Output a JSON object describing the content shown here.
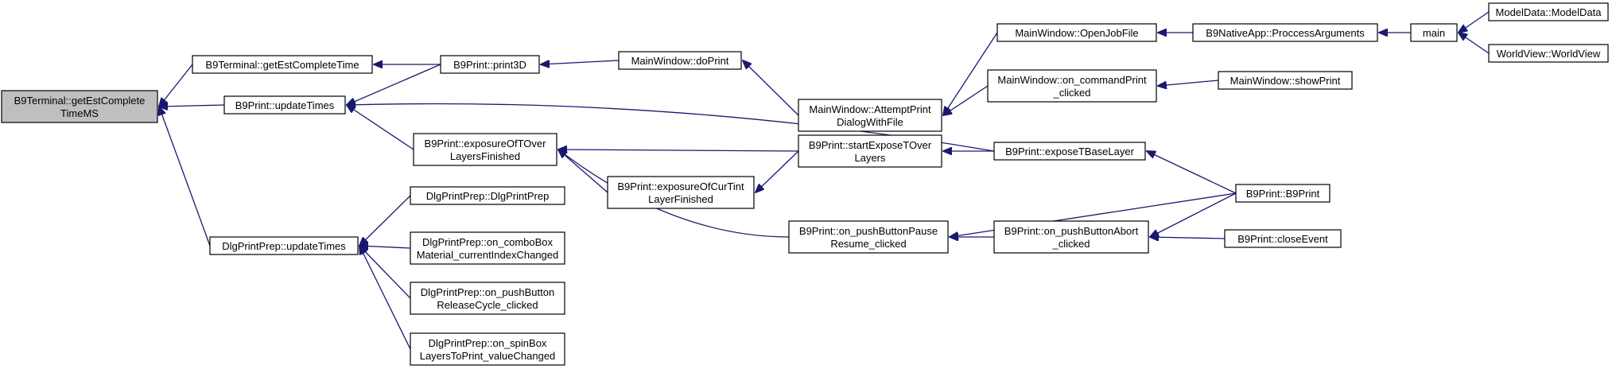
{
  "nodes": [
    {
      "id": "root",
      "lines": [
        "B9Terminal::getEstComplete",
        "TimeMS"
      ],
      "highlighted": true
    },
    {
      "id": "b9term_getEstCompleteTime",
      "lines": [
        "B9Terminal::getEstCompleteTime"
      ]
    },
    {
      "id": "b9print_updateTimes",
      "lines": [
        "B9Print::updateTimes"
      ]
    },
    {
      "id": "dlg_updateTimes",
      "lines": [
        "DlgPrintPrep::updateTimes"
      ]
    },
    {
      "id": "b9print_print3D",
      "lines": [
        "B9Print::print3D"
      ]
    },
    {
      "id": "b9print_exposureOfTOver",
      "lines": [
        "B9Print::exposureOfTOver",
        "LayersFinished"
      ]
    },
    {
      "id": "dlg_ctor",
      "lines": [
        "DlgPrintPrep::DlgPrintPrep"
      ]
    },
    {
      "id": "dlg_combo",
      "lines": [
        "DlgPrintPrep::on_comboBox",
        "Material_currentIndexChanged"
      ]
    },
    {
      "id": "dlg_release",
      "lines": [
        "DlgPrintPrep::on_pushButton",
        "ReleaseCycle_clicked"
      ]
    },
    {
      "id": "dlg_spin",
      "lines": [
        "DlgPrintPrep::on_spinBox",
        "LayersToPrint_valueChanged"
      ]
    },
    {
      "id": "mw_doPrint",
      "lines": [
        "MainWindow::doPrint"
      ]
    },
    {
      "id": "b9print_exposureOfCurTint",
      "lines": [
        "B9Print::exposureOfCurTint",
        "LayerFinished"
      ]
    },
    {
      "id": "mw_attemptPrint",
      "lines": [
        "MainWindow::AttemptPrint",
        "DialogWithFile"
      ]
    },
    {
      "id": "b9print_startExpose",
      "lines": [
        "B9Print::startExposeTOver",
        "Layers"
      ]
    },
    {
      "id": "b9print_pause",
      "lines": [
        "B9Print::on_pushButtonPause",
        "Resume_clicked"
      ]
    },
    {
      "id": "mw_openJob",
      "lines": [
        "MainWindow::OpenJobFile"
      ]
    },
    {
      "id": "mw_cmdPrint",
      "lines": [
        "MainWindow::on_commandPrint",
        "_clicked"
      ]
    },
    {
      "id": "b9print_exposeTBase",
      "lines": [
        "B9Print::exposeTBaseLayer"
      ]
    },
    {
      "id": "b9print_abort",
      "lines": [
        "B9Print::on_pushButtonAbort",
        "_clicked"
      ]
    },
    {
      "id": "b9native_proc",
      "lines": [
        "B9NativeApp::ProccessArguments"
      ]
    },
    {
      "id": "mw_showPrint",
      "lines": [
        "MainWindow::showPrint"
      ]
    },
    {
      "id": "b9print_ctor",
      "lines": [
        "B9Print::B9Print"
      ]
    },
    {
      "id": "b9print_close",
      "lines": [
        "B9Print::closeEvent"
      ]
    },
    {
      "id": "main",
      "lines": [
        "main"
      ]
    },
    {
      "id": "modeldata",
      "lines": [
        "ModelData::ModelData"
      ]
    },
    {
      "id": "worldview",
      "lines": [
        "WorldView::WorldView"
      ]
    }
  ],
  "edges": [
    {
      "from": "b9term_getEstCompleteTime",
      "to": "root"
    },
    {
      "from": "b9print_updateTimes",
      "to": "root"
    },
    {
      "from": "dlg_updateTimes",
      "to": "root"
    },
    {
      "from": "b9print_print3D",
      "to": "b9term_getEstCompleteTime"
    },
    {
      "from": "b9print_print3D",
      "to": "b9print_updateTimes"
    },
    {
      "from": "b9print_exposureOfTOver",
      "to": "b9print_updateTimes"
    },
    {
      "from": "b9print_exposeTBase",
      "to": "b9print_updateTimes"
    },
    {
      "from": "dlg_ctor",
      "to": "dlg_updateTimes"
    },
    {
      "from": "dlg_combo",
      "to": "dlg_updateTimes"
    },
    {
      "from": "dlg_release",
      "to": "dlg_updateTimes"
    },
    {
      "from": "dlg_spin",
      "to": "dlg_updateTimes"
    },
    {
      "from": "mw_doPrint",
      "to": "b9print_print3D"
    },
    {
      "from": "mw_attemptPrint",
      "to": "mw_doPrint"
    },
    {
      "from": "mw_openJob",
      "to": "mw_attemptPrint"
    },
    {
      "from": "mw_cmdPrint",
      "to": "mw_attemptPrint"
    },
    {
      "from": "b9native_proc",
      "to": "mw_openJob"
    },
    {
      "from": "main",
      "to": "b9native_proc"
    },
    {
      "from": "modeldata",
      "to": "main"
    },
    {
      "from": "worldview",
      "to": "main"
    },
    {
      "from": "mw_showPrint",
      "to": "mw_cmdPrint"
    },
    {
      "from": "b9print_startExpose",
      "to": "b9print_exposureOfTOver"
    },
    {
      "from": "b9print_exposureOfCurTint",
      "to": "b9print_exposureOfTOver"
    },
    {
      "from": "b9print_pause",
      "to": "b9print_exposureOfTOver"
    },
    {
      "from": "b9print_startExpose",
      "to": "b9print_exposureOfCurTint"
    },
    {
      "from": "b9print_exposeTBase",
      "to": "b9print_startExpose"
    },
    {
      "from": "b9print_ctor",
      "to": "b9print_exposeTBase"
    },
    {
      "from": "b9print_ctor",
      "to": "b9print_pause"
    },
    {
      "from": "b9print_abort",
      "to": "b9print_pause"
    },
    {
      "from": "b9print_ctor",
      "to": "b9print_abort"
    },
    {
      "from": "b9print_close",
      "to": "b9print_abort"
    }
  ]
}
